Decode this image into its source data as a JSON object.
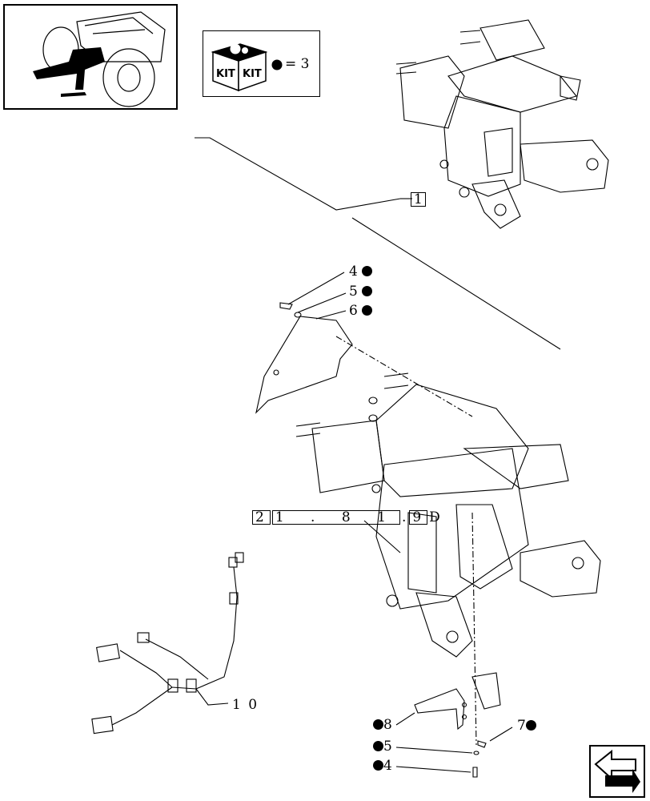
{
  "kit": {
    "icon_text": "KIT",
    "equals": "= 3"
  },
  "callouts": {
    "item_1": "1",
    "item_4_top": "4",
    "item_5_top": "5",
    "item_6": "6",
    "item_4_bottom": "4",
    "item_5_bottom": "5",
    "item_7": "7",
    "item_8": "8",
    "item_10": "1 0"
  },
  "reference": {
    "boxed": [
      "2",
      "1",
      "8",
      "1",
      "9"
    ],
    "dot_text": ".",
    "suffix": "D"
  }
}
